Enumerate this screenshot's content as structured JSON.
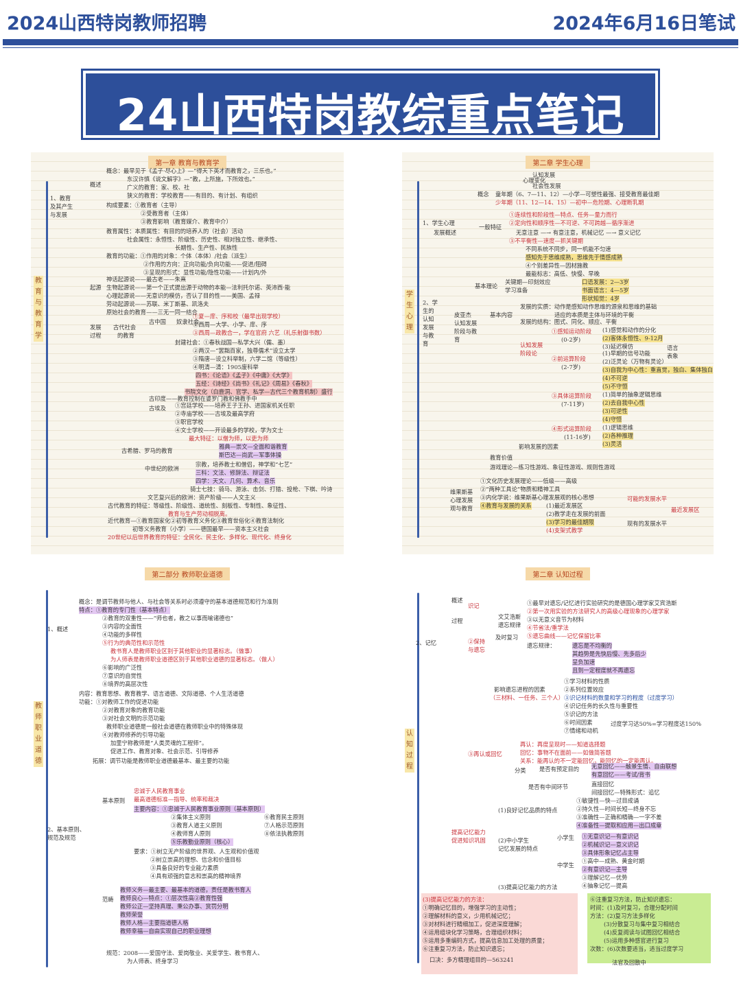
{
  "header": {
    "left": "2024山西特岗教师招聘",
    "right": "2024年6月16日笔试"
  },
  "banner": {
    "title": "24山西特岗教综重点笔记"
  },
  "panel1": {
    "title": "第一章 教育与教育学",
    "side_label": "教育与教育学",
    "lines": [
      "1、教育",
      "及其产生",
      "与发展",
      "概述",
      "概念：最早见于《孟子·尽心上》—“得天下英才而教育之，三乐也。”",
      "东汉许慎《说文解字》—“教，上所施，下所效也。”",
      "广义的教育：家、校、社",
      "狭义的教育：学校教育——有目的、有计划、有组织",
      "构成要素：①教育者（主导）",
      "②受教育者（主体）",
      "③教育影响（教育媒介、教育中介）",
      "教育属性：本质属性：有目的的培养人的（社会）活动",
      "社会属性：永恒性、阶级性、历史性、相对独立性、继承性、",
      "长期性、生产性、民族性",
      "教育的功能：①作用的对象：个体（本体）/社会（派生）",
      "②作用的方向：正向功能/负向功能——促进/阻碍",
      "③呈现的形式：显性功能/隐性功能——计划内/外",
      "起源",
      "神话起源说——最古老——朱熹",
      "生物起源说——第一个正式提出源于动物的本能—法利托尔诺、英沛西·能",
      "心理起源说——无意识的模仿，否认了目的性——美国、孟禄",
      "劳动起源说——苏联、米丁斯基、凯洛夫",
      "发展",
      "过程",
      "原始社会的教育——三无一同一结合",
      "古代社会",
      "的教育",
      "古中国",
      "奴隶社会",
      "①夏—庠、序和校（最早出现学校）",
      "②西周—大学、小学、庠、序",
      "③西周—政教合一，学在官府 六艺（礼乐射御书数）",
      "封建社会：①春秋战国—私学大兴（儒、墨）",
      "②两汉—“罢黜百家，独尊儒术”设立太学",
      "③隋唐—设立科举制，六学二馆（等级性）",
      "④明清—清：1905废科举",
      "四书：《论语》《孟子》《中庸》《大学》",
      "五经：《诗经》《尚书》《礼记》《周易》《春秋》",
      "书院文化（白鹿洞、官学、私学—古代三个教育机制）盛行",
      "古印度——教育控制在婆罗门教和佛教手中",
      "古埃及",
      "①宫廷学校——培养王子王孙、进国家机关任职",
      "②寺庙学校——古埃及最高学府",
      "③职官学校",
      "④文士学校——开设最多的学校，学为文士",
      "最大特征：以僧为师，以吏为师",
      "古希腊、罗马的教育",
      "雅典—崇文—全面和谐教育",
      "斯巴达—尚武—军事体操",
      "中世纪的欧洲",
      "宗教，培养教士和僧侣，神学和“七艺”",
      "三科：文法、修辞法、辩证法",
      "四学：天文、几何、算术、音乐",
      "骑士七技：骑马、游泳、击剑、打猎、投枪、下棋、吟诗",
      "文艺复兴后的欧洲：资产阶级——人文主义",
      "古代教育的特征：等级性、阶级性、道统性、刻板性、专制性、象征性、",
      "教育与生产劳动相脱离。",
      "近代教育—①教育国家化②初等教育义务化③教育世俗化④教育法制化",
      "初等义务教育（小学）——德国最早——资本主义社会",
      "20世纪以后世界教育的特征：全民化、民主化、多样化、现代化、终身化"
    ]
  },
  "panel2": {
    "title": "第二章 学生心理",
    "side_label": "学生心理",
    "lines": [
      "认知发展",
      "心理变化",
      "社会性发展",
      "概念",
      "童年期（6、7—11、12）—小学—可塑性最强、接受教育最佳期",
      "少年期（11、12—14、15）—初中—危险期、心理断乳期",
      "1、学生心理",
      "发展概述",
      "一般特征",
      "①连续性和阶段性—特点、任务—量力而行",
      "②定向性和顺序性—不可逆、不可跨越—循序渐进",
      "无意注意 —→ 有意注意，机械记忆 —→ 意义记忆",
      "③不平衡性—速度—抓关键期",
      "不同系统不同步，同一机能不匀速",
      "感知先于思维成熟，思维先于情感成熟",
      "④个别差异性—因材施教",
      "最能标志：高低、快慢、早晚",
      "基本理论",
      "关键期—印刻效应",
      "学习准备",
      "口语发展：2—3岁",
      "书面语言：4—5岁",
      "形状知觉：4岁",
      "2、学",
      "生的",
      "认知",
      "发展",
      "与教",
      "育",
      "皮亚杰",
      "认知发展",
      "阶段与教",
      "育",
      "基本内容",
      "发展的实质：动作是感知动作思维的源泉和思维的基础",
      "适应的本质是主体与环境的平衡",
      "发展的结构：图式、同化、顺应、平衡",
      "认知发展",
      "阶段论",
      "①感知运动阶段",
      "(0-2岁)",
      "(1)感觉和动作的分化",
      "(2)客体永恒性、9-12月",
      "(3)延迟模仿",
      "②前运算阶段",
      "(2-7岁)",
      "(1)早期的信号功能",
      "(2)泛灵论（万物有灵论）",
      "(3)自我为中心性：重直觉，独白、集体独白",
      "(4)不可逆",
      "(5)不守恒",
      "语言",
      "表象",
      "③具体运算阶段",
      "(7-11岁)",
      "(1)简单的抽象逻辑思维",
      "(2)去自我中心性",
      "(3)可逆性",
      "(4)守恒",
      "④形式运算阶段",
      "(11-16岁)",
      "(1)逻辑思维",
      "(2)各种推理",
      "(3)灵活",
      "影响发展的因素",
      "教育价值",
      "游戏理论—练习性游戏、象征性游戏、规则性游戏",
      "维果斯基",
      "心理发展",
      "观与教育",
      "①文化历史发展理论——低级——高级",
      "②“两种工具论”物质和精神工具",
      "③内化学说：维果斯基心理发展观的核心思想",
      "④教育与发展的关系",
      "(1)最近发展区",
      "(2)教学走在发展的前面",
      "(3)学习的最佳期限",
      "(4)支架式教学",
      "可能的发展水平",
      "最近发展区",
      "现有的发展水平"
    ]
  },
  "panel3": {
    "title": "第二部分 教师职业道德",
    "side_label": "教师职业道德",
    "lines": [
      "1、概述",
      "概念：是调节教师与他人、与社会等关系时必须遵守的基本道德规范和行为准则",
      "特点：①教育的专门性（基本特点）",
      "②教育的双重性——“师也者，教之以事而喻诸德也”",
      "③内容的全面性",
      "④功能的多样性",
      "⑤行为的典范性和示范性",
      "教书育人是教师职业区别于其他职业的显著标志。（做事）",
      "为人师表是教师职业道德区别于其他职业道德的显著标志。（做人）",
      "⑥影响的广泛性",
      "⑦意识的自觉性",
      "⑧境界的高层次性",
      "内容：教育思想、教育教学、语言道德、文际道德、个人生活道德",
      "功能：①对教师工作的促进功能",
      "②对教育对象的教育功能",
      "③对社会文明的示范功能",
      "教师职业道德是一般社会道德在教师职业中的特殊体现",
      "④对教师修养的引导功能",
      "加里宁称教师是“人类灵魂的工程师”。",
      "促进工作、教育对象、社会示范、引导修养",
      "拓展：调节功能是教师职业道德最基本、最主要的功能",
      "2、基本原则、",
      "规范及规范",
      "基本原则",
      "忠诚于人民教育事业",
      "最高道德标准—指导、统率和裁决",
      "主要内容：①忠诚于人民教育事业原则（基本原则）",
      "②集体主义原则",
      "③教育人道主义原则",
      "④教师育人原则",
      "⑤乐教勤业原则（核心）",
      "⑥教育民主原则",
      "⑦人格示范原则",
      "⑧依法执教原则",
      "要求：①树立无产阶级的世界观、人生观和价值观",
      "②树立崇高的理想、信念和价值目标",
      "③具备良好的专业能力素质",
      "④具有顽强的意志和崇高的精神境界",
      "范畴",
      "教师义务—最主要、最基本的道德，责任是教书育人",
      "教师良心—特点：①层次性高②教育性强",
      "教师公正—坚持真理、秉公办事、赏罚分明",
      "教师荣誉",
      "教师人格—主要指道德人格",
      "教师幸福—自由实现自己的职业理想",
      "规范：2008——爱国守法、爱岗敬业、关爱学生、教书育人、",
      "为人师表、终身学习"
    ]
  },
  "panel4": {
    "title": "第二章 认知过程",
    "side_label": "认知过程",
    "lines": [
      "2、记忆",
      "概述",
      "识记",
      "过程",
      "①最早对遗忘/记忆进行实验研究的是德国心理学家艾宾浩斯",
      "②第一次用实验的方法研究人的高级心理现象的心理学家",
      "③以无意义音节为材料",
      "④节省法/重学法",
      "⑤遗忘曲线——记忆保留比率",
      "文艾浩斯",
      "遗忘规律",
      "及时复习",
      "遗忘规律：",
      "遗忘是不均衡的",
      "其趋势是先快后慢、先多后少",
      "呈负加速",
      "且到一定程度就不再遗忘",
      "②保持",
      "与遗忘",
      "影响遗忘进程的因素",
      "（三材料、一任务、三个人）",
      "①学习材料的性质",
      "②系列位置效应",
      "③识记材料的数量和学习的程度（过度学习）",
      "④识记任务的长久性与重要性",
      "⑤识记的方法",
      "⑥时间因素",
      "⑦情绪和动机",
      "过度学习达50%=学习程度达150%",
      "③再认或回忆",
      "再认：再度呈现时——知道选择题",
      "回忆：事物不在面前——如做简答题",
      "关系：能再认的不一定能回忆，能回忆的一定能再认。",
      "分类",
      "是否有预定目的",
      "无意回忆——触景生情、自由联想",
      "有意回忆——考试/背书",
      "是否有中间环节",
      "直接回忆",
      "间接回忆—特殊形式：追忆",
      "(1)良好记忆品质的特点",
      "①敏捷性—快—过目成诵",
      "②持久性—时间长短—终身不忘",
      "③准确性—正确和精确—一字不差",
      "④准备性—提取和应用—出口成章",
      "提高记忆能力",
      "促进知识巩固",
      "(2)中小学生",
      "记忆发展的特点",
      "小学生",
      "①无意识记—有意识记",
      "②机械识记—意义识记",
      "③具体形象记忆占主导",
      "中学生",
      "①高中—成熟、黄金时期",
      "②有意识记—主导",
      "③理解记忆—优势",
      "④抽象记忆—提高",
      "(3)提高记忆能力的方法",
      "(3)提高记忆能力的方法：",
      "①明确记忆目的，增强学习的主动性；",
      "②理解材料的意义，少用机械记忆；",
      "③对材料进行精细加工，促进深度理解；",
      "④运用组块化学习策略，合理组织材料；",
      "⑤运用多重编码方式，提高信息加工处理的质量；",
      "⑥注重复习方法，防止知识遗忘；",
      "口决：多方精理组目的—563241",
      "⑥注重复习方法，防止知识遗忘：",
      "时间：(1)及时复习，合理分配时间",
      "方法：(2)复习方法多样化",
      "(3)分散复习与集中复习相结合",
      "(4)反复阅读与试图回忆相结合",
      "(5)运用多种感官进行复习",
      "次数：(6)次数要适当，适当过度学习",
      "法官及回散中"
    ]
  },
  "colors": {
    "brand_blue": "#2d4f9a",
    "title_tag_bg": "#f6d9a8",
    "highlight_yellow": "#f7e38f",
    "highlight_purple": "#e3c8f2",
    "highlight_pink": "#f5c4c4",
    "highlight_green": "#c6ea8e"
  }
}
